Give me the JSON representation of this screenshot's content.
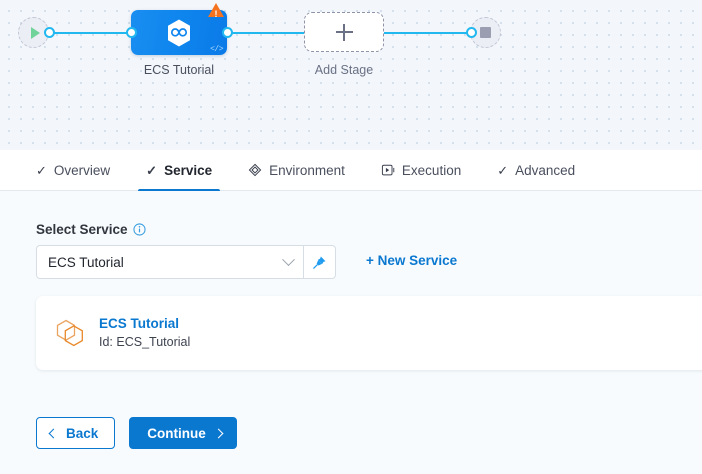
{
  "pipeline": {
    "start_node": {
      "icon": "play-icon"
    },
    "end_node": {
      "icon": "stop-icon"
    },
    "stage": {
      "label": "ECS Tutorial",
      "icon": "harness-service-icon",
      "warning_icon": "warning-triangle-icon",
      "code_icon": "code-brackets-icon"
    },
    "add_stage": {
      "label": "Add Stage",
      "icon": "plus-icon"
    }
  },
  "tabs": [
    {
      "label": "Overview",
      "icon": "check-icon",
      "active": false
    },
    {
      "label": "Service",
      "icon": "check-icon",
      "active": true
    },
    {
      "label": "Environment",
      "icon": "layers-diamond-icon",
      "active": false
    },
    {
      "label": "Execution",
      "icon": "play-box-icon",
      "active": false
    },
    {
      "label": "Advanced",
      "icon": "check-icon",
      "active": false
    }
  ],
  "form": {
    "label": "Select Service",
    "info_icon": "info-icon",
    "select_value": "ECS Tutorial",
    "select_placeholder": "Select Service",
    "pin_icon": "pin-icon",
    "new_service_label": "+ New Service"
  },
  "service_card": {
    "icon": "cube-icon",
    "title": "ECS Tutorial",
    "id_text": "Id: ECS_Tutorial"
  },
  "footer": {
    "back_label": "Back",
    "continue_label": "Continue"
  },
  "colors": {
    "accent_blue": "#0b78d0",
    "edge_blue": "#21b8f0",
    "stage_blue": "#0f86ee",
    "warning_orange": "#f5721f",
    "cube_orange": "#e8892b",
    "canvas_bg": "#f3f7fb",
    "body_bg": "#f7fbfd"
  }
}
